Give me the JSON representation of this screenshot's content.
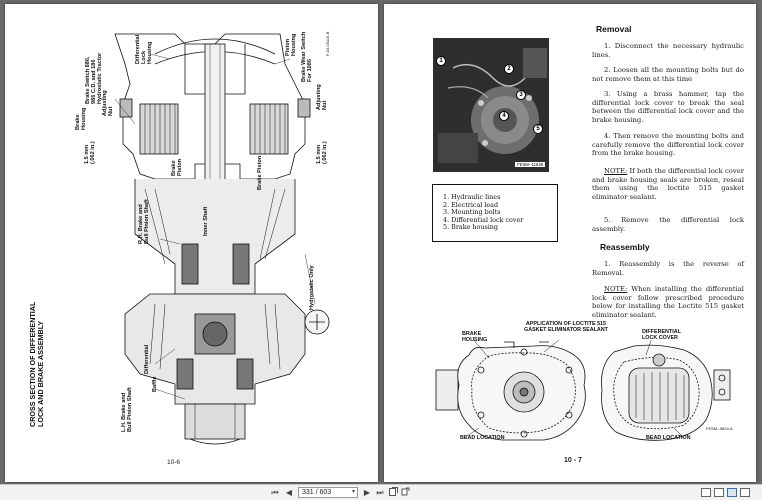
{
  "left_page": {
    "side_title": [
      "CROSS SECTION OF DIFFERENTIAL",
      "LOCK AND BRAKE ASSEMBLY"
    ],
    "labels": {
      "brake_switch": [
        "Brake Switch 886,",
        "986 C.D. and 186",
        "Hydrostatic Tractor"
      ],
      "diff_lock_housing": [
        "Differential",
        "Lock",
        "Housing"
      ],
      "piston_housing": [
        "Piston",
        "Housing"
      ],
      "brake_wear_switch": [
        "Brake Wear Switch",
        "For 1086"
      ],
      "adjusting_nut_left": [
        "Adjusting",
        "Nut"
      ],
      "adjusting_nut_right": [
        "Adjusting",
        "Nut"
      ],
      "brake_housing": [
        "Brake",
        "Housing"
      ],
      "dim_left": [
        "1.5 mm",
        "(.062 in.)"
      ],
      "dim_right": [
        "1.5 mm",
        "(.062 in.)"
      ],
      "brake_piston_left": [
        "Brake",
        "Piston"
      ],
      "brake_piston_right": [
        "Brake Piston"
      ],
      "rh_shaft": [
        "R.H. Brake and",
        "Bull Pinion Shaft"
      ],
      "inner_shaft": [
        "Inner Shaft"
      ],
      "hydrostatic_only": [
        "Hydrostatic Only"
      ],
      "differential": [
        "Differential"
      ],
      "baffle": [
        "Baffle"
      ],
      "lh_shaft": [
        "L.H. Brake and",
        "Bull Pinion Shaft"
      ],
      "fig_code": "F-03-00115-B"
    },
    "page_number": "10-6"
  },
  "right_page": {
    "removal_title": "Removal",
    "removal_steps": [
      "1. Disconnect the necessary hydraulic lines.",
      "2. Loosen all the mounting bolts but do not remove them at this time",
      "3. Using a brass hammer, tap the differential lock cover to break the seal between the differential lock cover and the brake housing.",
      "4. Then remove the mounting bolts and carefully remove the differential lock cover from the brake housing."
    ],
    "note1_label": "NOTE:",
    "note1_text": " If both the differential lock cover and brake housing seals are broken, reseal them using the loctite 515 gasket eliminator sealant.",
    "step5": "5. Remove the differential lock assembly.",
    "photo_tag": "FESM--11649",
    "callouts": [
      "1",
      "2",
      "3",
      "4",
      "5"
    ],
    "legend": [
      "1. Hydraulic lines",
      "2. Electrical lead",
      "3. Mounting bolts",
      "4. Differential lock cover",
      "5. Brake housing"
    ],
    "reassembly_title": "Reassembly",
    "reassembly_text": "1. Reassembly is the reverse of Removal.",
    "note2_label": "NOTE:",
    "note2_text": " When installing the differential lock cover follow prescribed procedure below for installing the Loctite 515 gasket eliminator sealant.",
    "figure": {
      "application_label": [
        "APPLICATION OF LOCTITE 515",
        "GASKET ELIMINATOR SEALANT"
      ],
      "brake_housing": [
        "BRAKE",
        "HOUSING"
      ],
      "diff_lock_cover": [
        "DIFFERENTIAL",
        "LOCK COVER"
      ],
      "bead_left": "BEAD LOCATION",
      "bead_right": "BEAD LOCATION",
      "fig_code": "FESM--9824-A"
    },
    "page_number": "10 - 7"
  },
  "toolbar": {
    "first": "⏮",
    "prev": "◀",
    "page_value": "331 / 603",
    "next": "▶",
    "last": "⏭"
  }
}
